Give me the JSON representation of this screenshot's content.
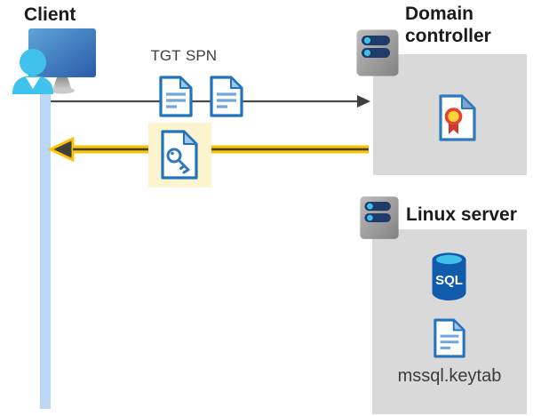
{
  "diagram": {
    "client": {
      "label": "Client"
    },
    "request_flow": {
      "tgt_label": "TGT",
      "spn_label": "SPN"
    },
    "domain_controller": {
      "label": "Domain controller"
    },
    "linux_server": {
      "label": "Linux server",
      "sql_badge": "SQL",
      "keytab_label": "mssql.keytab"
    },
    "arrows": [
      {
        "name": "ticket-request",
        "from": "client",
        "to": "domain-controller",
        "style": "thin-gray",
        "color": "#4a4a4a",
        "items": [
          "TGT",
          "SPN"
        ]
      },
      {
        "name": "ticket-response",
        "from": "domain-controller",
        "to": "client",
        "style": "yellow-highlighted",
        "color": "#fcc300",
        "items": [
          "key-document"
        ]
      }
    ],
    "icons": {
      "client": "user-at-monitor-icon",
      "domain_controller": "server-icon",
      "domain_controller_content": "certificate-icon",
      "request_items": "document-icon",
      "response_item": "key-document-icon",
      "linux_server": "server-icon",
      "linux_server_content": [
        "sql-database-icon",
        "document-icon"
      ]
    },
    "colors": {
      "box_background": "#d9d9d9",
      "highlight_background": "#fcf4cf",
      "arrow_yellow": "#fcc300",
      "arrow_gray": "#4a4a4a",
      "lifeline_blue": "#bcd7f4",
      "icon_blue": "#2173bc",
      "doc_line_blue": "#6fa7de",
      "server_navy": "#1e3b69",
      "dot_cyan": "#3ec1e8",
      "sql_blue": "#115bad",
      "cert_red": "#d63a2e",
      "cert_yellow": "#ffd43b"
    }
  }
}
